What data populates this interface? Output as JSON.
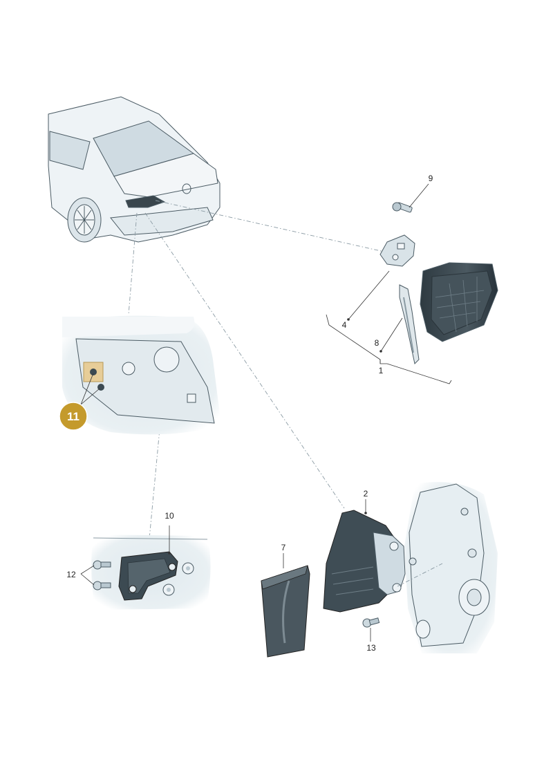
{
  "callouts": {
    "c1": "1",
    "c2": "2",
    "c4": "4",
    "c7": "7",
    "c8": "8",
    "c9": "9",
    "c10": "10",
    "c11": "11",
    "c12": "12",
    "c13": "13"
  },
  "colors": {
    "badge": "#c49a2c",
    "highlight": "#e8c98a",
    "part_fill": "#e6eef2",
    "part_shade": "#b9c8d0",
    "dark_part": "#3c4a52"
  }
}
